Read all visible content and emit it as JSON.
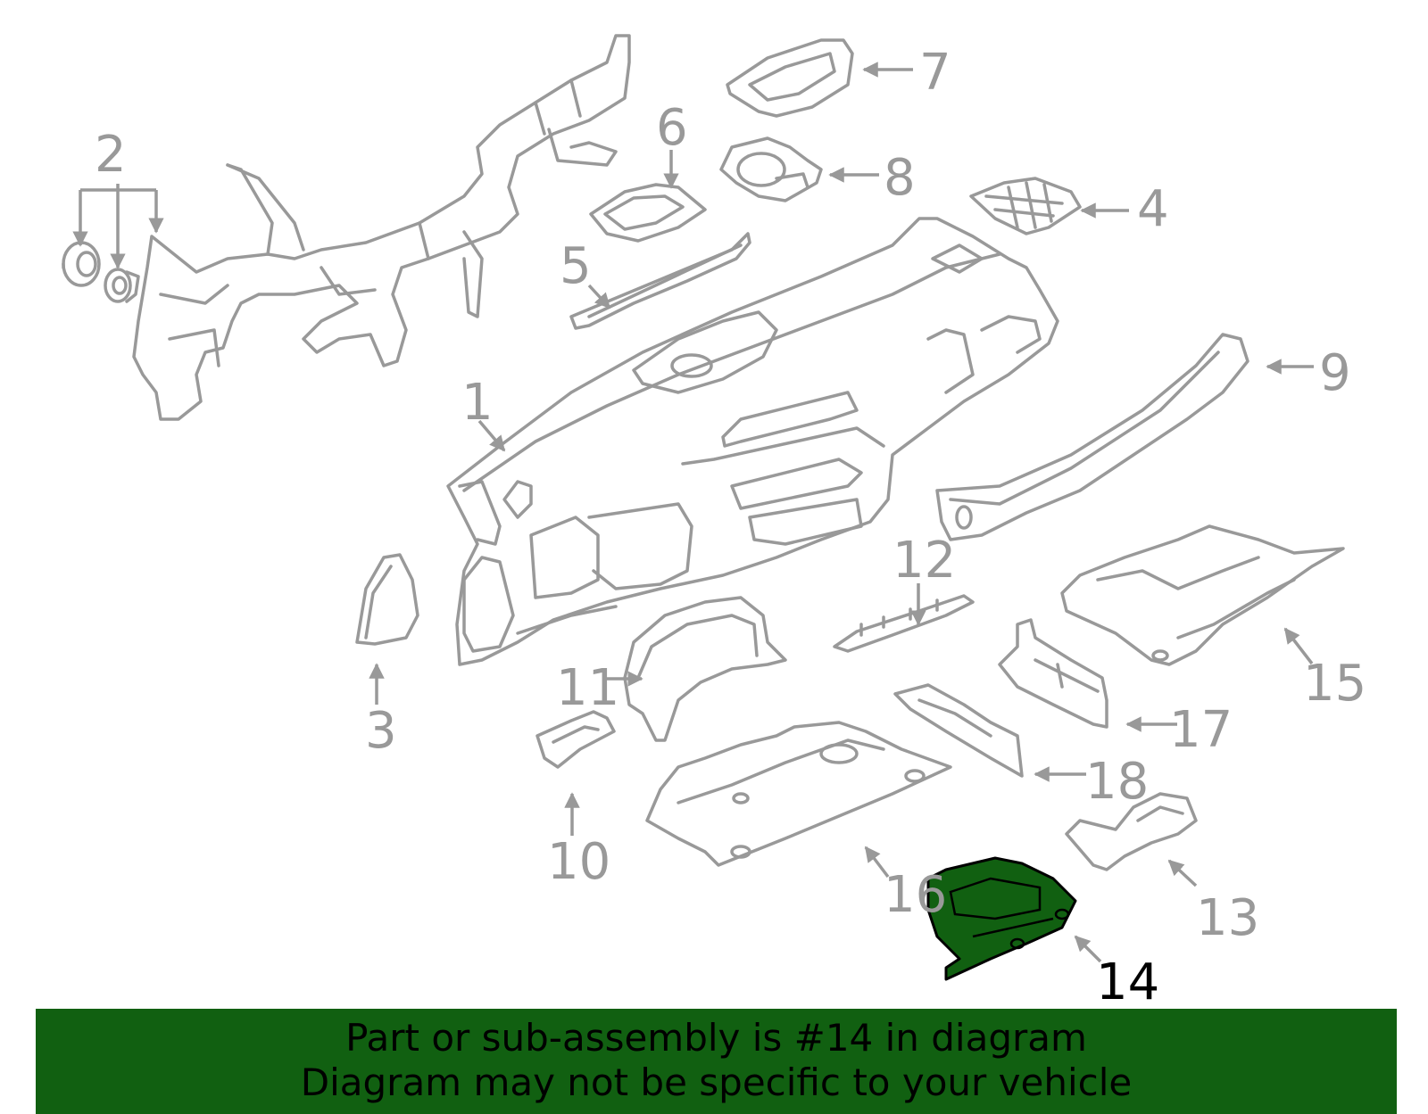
{
  "colors": {
    "highlight": "#116011",
    "banner_bg": "#116011",
    "outline": "#999999",
    "active_label": "#000000"
  },
  "callouts": {
    "c1": "1",
    "c2": "2",
    "c3": "3",
    "c4": "4",
    "c5": "5",
    "c6": "6",
    "c7": "7",
    "c8": "8",
    "c9": "9",
    "c10": "10",
    "c11": "11",
    "c12": "12",
    "c13": "13",
    "c14": "14",
    "c15": "15",
    "c16": "16",
    "c17": "17",
    "c18": "18"
  },
  "highlighted_part": "14",
  "banner": {
    "line1": "Part or sub-assembly is #14 in diagram",
    "line2": "Diagram may not be specific to your vehicle"
  }
}
